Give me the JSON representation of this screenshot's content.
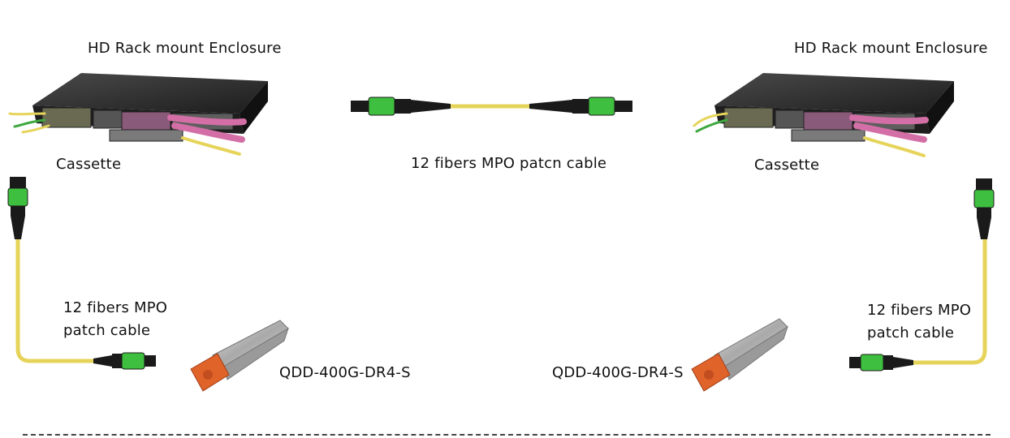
{
  "left": {
    "enclosure_label": "HD Rack mount Enclosure",
    "cassette_label": "Cassette",
    "patch_cable_label": [
      "12 fibers MPO",
      "patch cable"
    ],
    "transceiver_label": "QDD-400G-DR4-S"
  },
  "center": {
    "trunk_cable_label": "12 fibers MPO patcn cable"
  },
  "right": {
    "enclosure_label": "HD Rack mount Enclosure",
    "cassette_label": "Cassette",
    "patch_cable_label": [
      "12 fibers MPO",
      "patch cable"
    ],
    "transceiver_label": "QDD-400G-DR4-S"
  },
  "colors": {
    "connector_green": "#3fbf3f",
    "connector_black": "#1a1a1a",
    "fiber_yellow": "#e6d45a",
    "fiber_pink": "#d36fa6",
    "enclosure_dark": "#2b2b2b",
    "transceiver_orange": "#e0632a",
    "transceiver_metal": "#b8b8b8"
  }
}
